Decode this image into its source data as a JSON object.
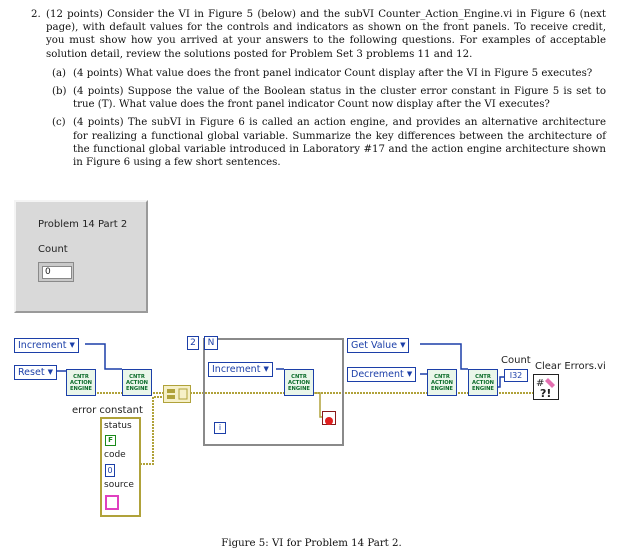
{
  "question": {
    "number": "2.",
    "intro": "(12 points) Consider the VI in Figure 5 (below) and the subVI Counter_Action_Engine.vi in Figure 6 (next page), with default values for the controls and indicators as shown on the front panels. To receive credit, you must show how you arrived at your answers to the following questions. For examples of acceptable solution detail, review the solutions posted for Problem Set 3 problems 11 and 12.",
    "parts": [
      {
        "label": "(a)",
        "text": "(4 points) What value does the front panel indicator Count display after the VI in Figure 5 executes?"
      },
      {
        "label": "(b)",
        "text": "(4 points) Suppose the value of the Boolean status in the cluster error constant in Figure 5 is set to true (T). What value does the front panel indicator Count now display after the VI executes?"
      },
      {
        "label": "(c)",
        "text": "(4 points) The subVI in Figure 6 is called an action engine, and provides an alternative architecture for realizing a functional global variable. Summarize the key differences between the architecture of the functional global variable introduced in Laboratory #17 and the action engine architecture shown in Figure 6 using a few short sentences."
      }
    ]
  },
  "front_panel": {
    "title": "Problem 14 Part 2",
    "indicator_label": "Count",
    "indicator_value": "0"
  },
  "block_diagram": {
    "enum_increment_top": "Increment",
    "enum_reset": "Reset",
    "enum_increment_loop": "Increment",
    "enum_get_value": "Get Value",
    "enum_decrement": "Decrement",
    "subvi_text": "CNTR ACTION ENGINE",
    "loop_count": "2",
    "loop_count_terminal": "N",
    "iteration_terminal": "i",
    "error_constant_label": "error constant",
    "cluster_status_label": "status",
    "cluster_status_value": "F",
    "cluster_code_label": "code",
    "cluster_code_value": "0",
    "cluster_source_label": "source",
    "count_label": "Count",
    "count_terminal": "I32",
    "clear_errors_label": "Clear Errors.vi"
  },
  "caption": "Figure 5: VI for Problem 14 Part 2.",
  "colors": {
    "enum_wire": "#1c3fa8",
    "error_wire": "#b0a23a",
    "loop_border": "#8a8a8a",
    "panel_bg": "#d9d9d9",
    "string_pink": "#e040c0",
    "boolean_green": "#1a8a1a",
    "subvi_green": "#0b6b2a"
  }
}
